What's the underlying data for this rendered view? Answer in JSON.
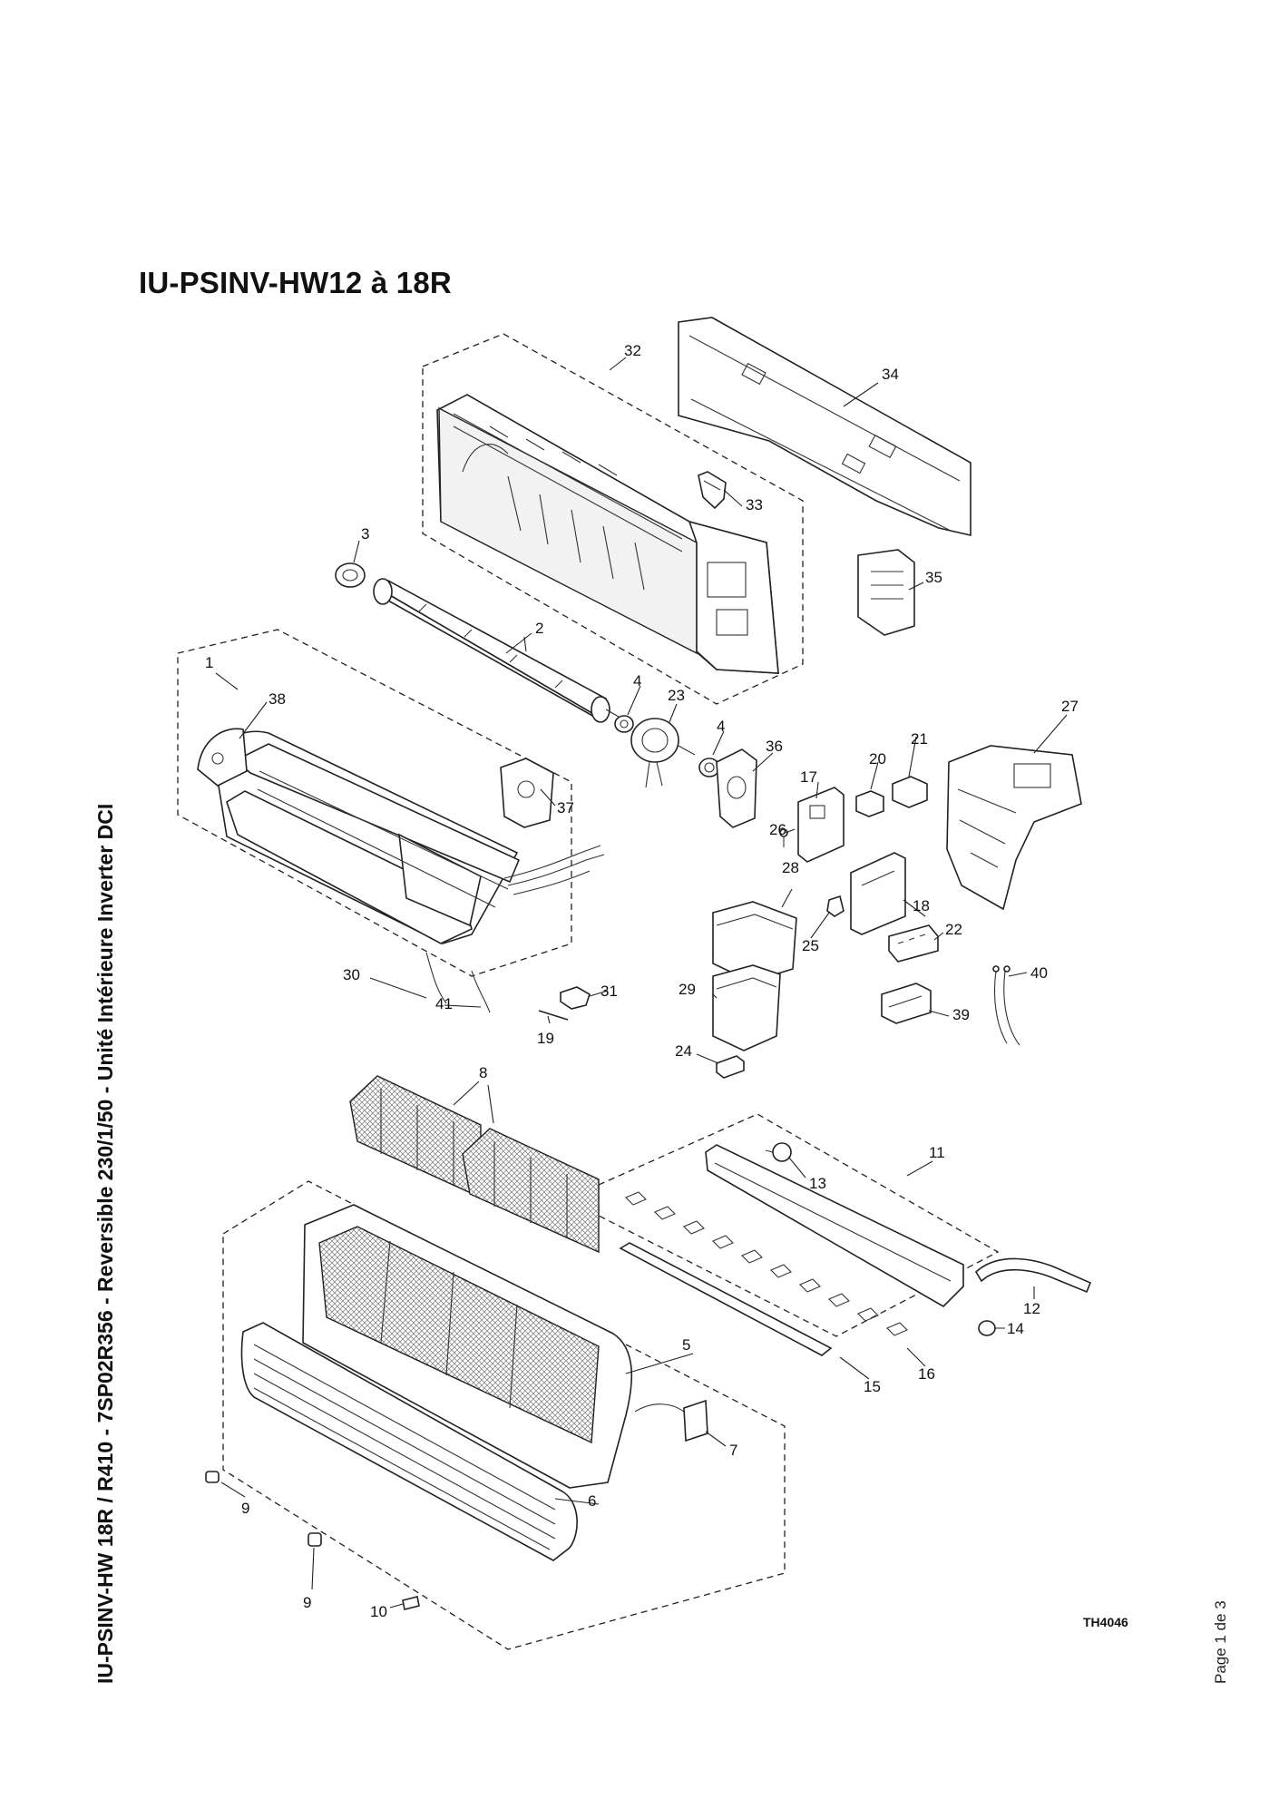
{
  "title": "IU-PSINV-HW12 à 18R",
  "side_title": "IU-PSINV-HW 18R / R410 - 7SP02R356 - Reversible 230/1/50 - Unité Intérieure Inverter DCI",
  "page_number": "Page 1 de 3",
  "drawing_ref": "TH4046",
  "callouts": {
    "c1": "1",
    "c2": "2",
    "c3": "3",
    "c4a": "4",
    "c4b": "4",
    "c5": "5",
    "c6": "6",
    "c7": "7",
    "c8": "8",
    "c9a": "9",
    "c9b": "9",
    "c10": "10",
    "c11": "11",
    "c12": "12",
    "c13": "13",
    "c14": "14",
    "c15": "15",
    "c16": "16",
    "c17": "17",
    "c18": "18",
    "c19": "19",
    "c20": "20",
    "c21": "21",
    "c22": "22",
    "c23": "23",
    "c24": "24",
    "c25": "25",
    "c26": "26",
    "c27": "27",
    "c28": "28",
    "c29": "29",
    "c30": "30",
    "c31": "31",
    "c32": "32",
    "c33": "33",
    "c34": "34",
    "c35": "35",
    "c36": "36",
    "c37": "37",
    "c38": "38",
    "c39": "39",
    "c40": "40",
    "c41": "41"
  }
}
